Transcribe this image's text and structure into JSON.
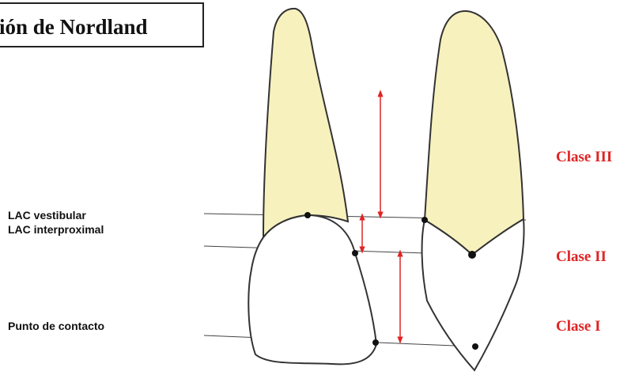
{
  "title": "ión de Nordland",
  "labels": {
    "lac_vestibular": "LAC vestibular",
    "lac_interproximal": "LAC interproximal",
    "punto_contacto": "Punto de contacto"
  },
  "classes": {
    "clase_iii": "Clase III",
    "clase_ii": "Clase II",
    "clase_i": "Clase I"
  },
  "colors": {
    "root_fill": "#f7f1be",
    "arrow": "#e02424",
    "class_text": "#e02424",
    "outline": "#333333"
  }
}
